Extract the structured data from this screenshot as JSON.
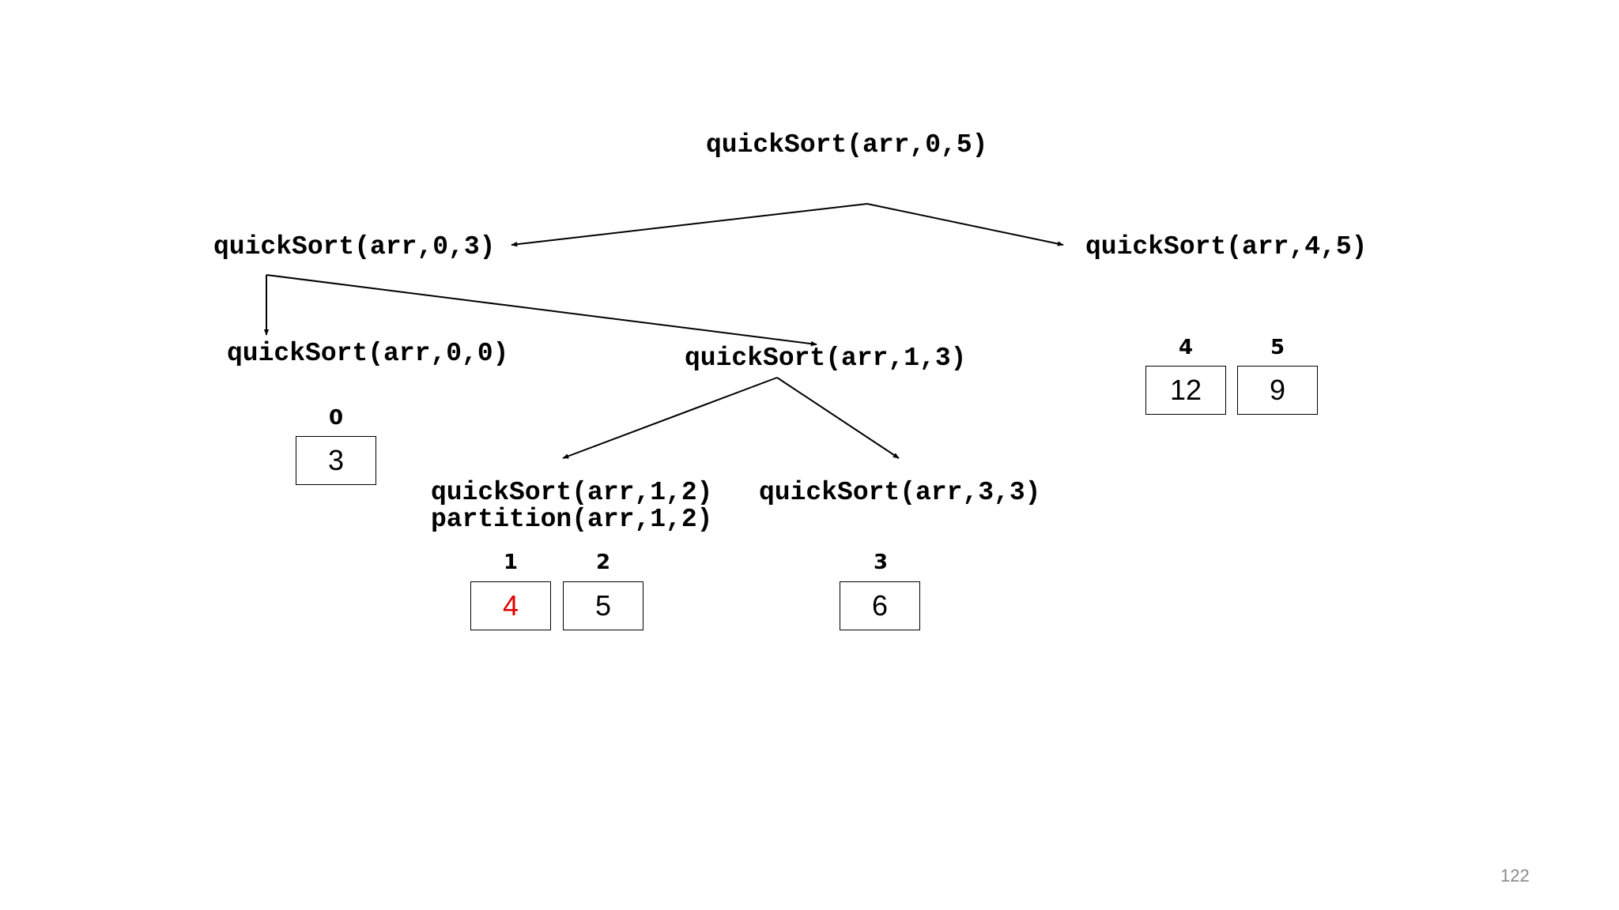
{
  "calls": {
    "root": "quickSort(arr,0,5)",
    "left": "quickSort(arr,0,3)",
    "right": "quickSort(arr,4,5)",
    "left_left": "quickSort(arr,0,0)",
    "left_right": "quickSort(arr,1,3)",
    "lr_left": "quickSort(arr,1,2)",
    "lr_left_partition": "partition(arr,1,2)",
    "lr_right": "quickSort(arr,3,3)"
  },
  "arrays": {
    "a00": {
      "cells": [
        {
          "index": "0",
          "value": "3",
          "highlight": false
        }
      ]
    },
    "a12": {
      "cells": [
        {
          "index": "1",
          "value": "4",
          "highlight": true
        },
        {
          "index": "2",
          "value": "5",
          "highlight": false
        }
      ]
    },
    "a33": {
      "cells": [
        {
          "index": "3",
          "value": "6",
          "highlight": false
        }
      ]
    },
    "a45": {
      "cells": [
        {
          "index": "4",
          "value": "12",
          "highlight": false
        },
        {
          "index": "5",
          "value": "9",
          "highlight": false
        }
      ]
    }
  },
  "highlight_color": "#e00000",
  "slide_number": "122"
}
